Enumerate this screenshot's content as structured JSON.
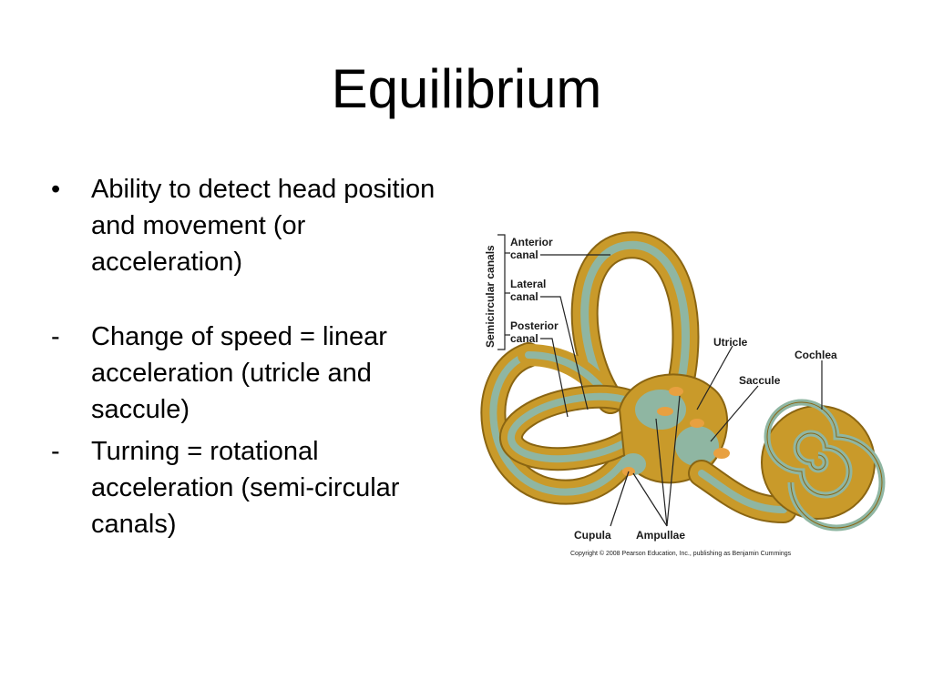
{
  "slide": {
    "title": "Equilibrium",
    "bullets": [
      {
        "marker": "•",
        "text": "Ability to detect head position and movement (or acceleration)"
      },
      {
        "marker": "-",
        "text": "Change of speed = linear acceleration (utricle and saccule)"
      },
      {
        "marker": "-",
        "text": "Turning = rotational acceleration (semi-circular canals)"
      }
    ]
  },
  "figure": {
    "group_label": "Semicircular canals",
    "labels": {
      "anterior_1": "Anterior",
      "anterior_2": "canal",
      "lateral_1": "Lateral",
      "lateral_2": "canal",
      "posterior_1": "Posterior",
      "posterior_2": "canal",
      "utricle": "Utricle",
      "saccule": "Saccule",
      "cochlea": "Cochlea",
      "cupula": "Cupula",
      "ampullae": "Ampullae"
    },
    "copyright": "Copyright © 2008 Pearson Education, Inc., publishing as Benjamin Cummings",
    "colors": {
      "outer": "#c99a2a",
      "outer_edge": "#8a6512",
      "inner": "#8fb6a2",
      "organ": "#e8a040"
    }
  }
}
